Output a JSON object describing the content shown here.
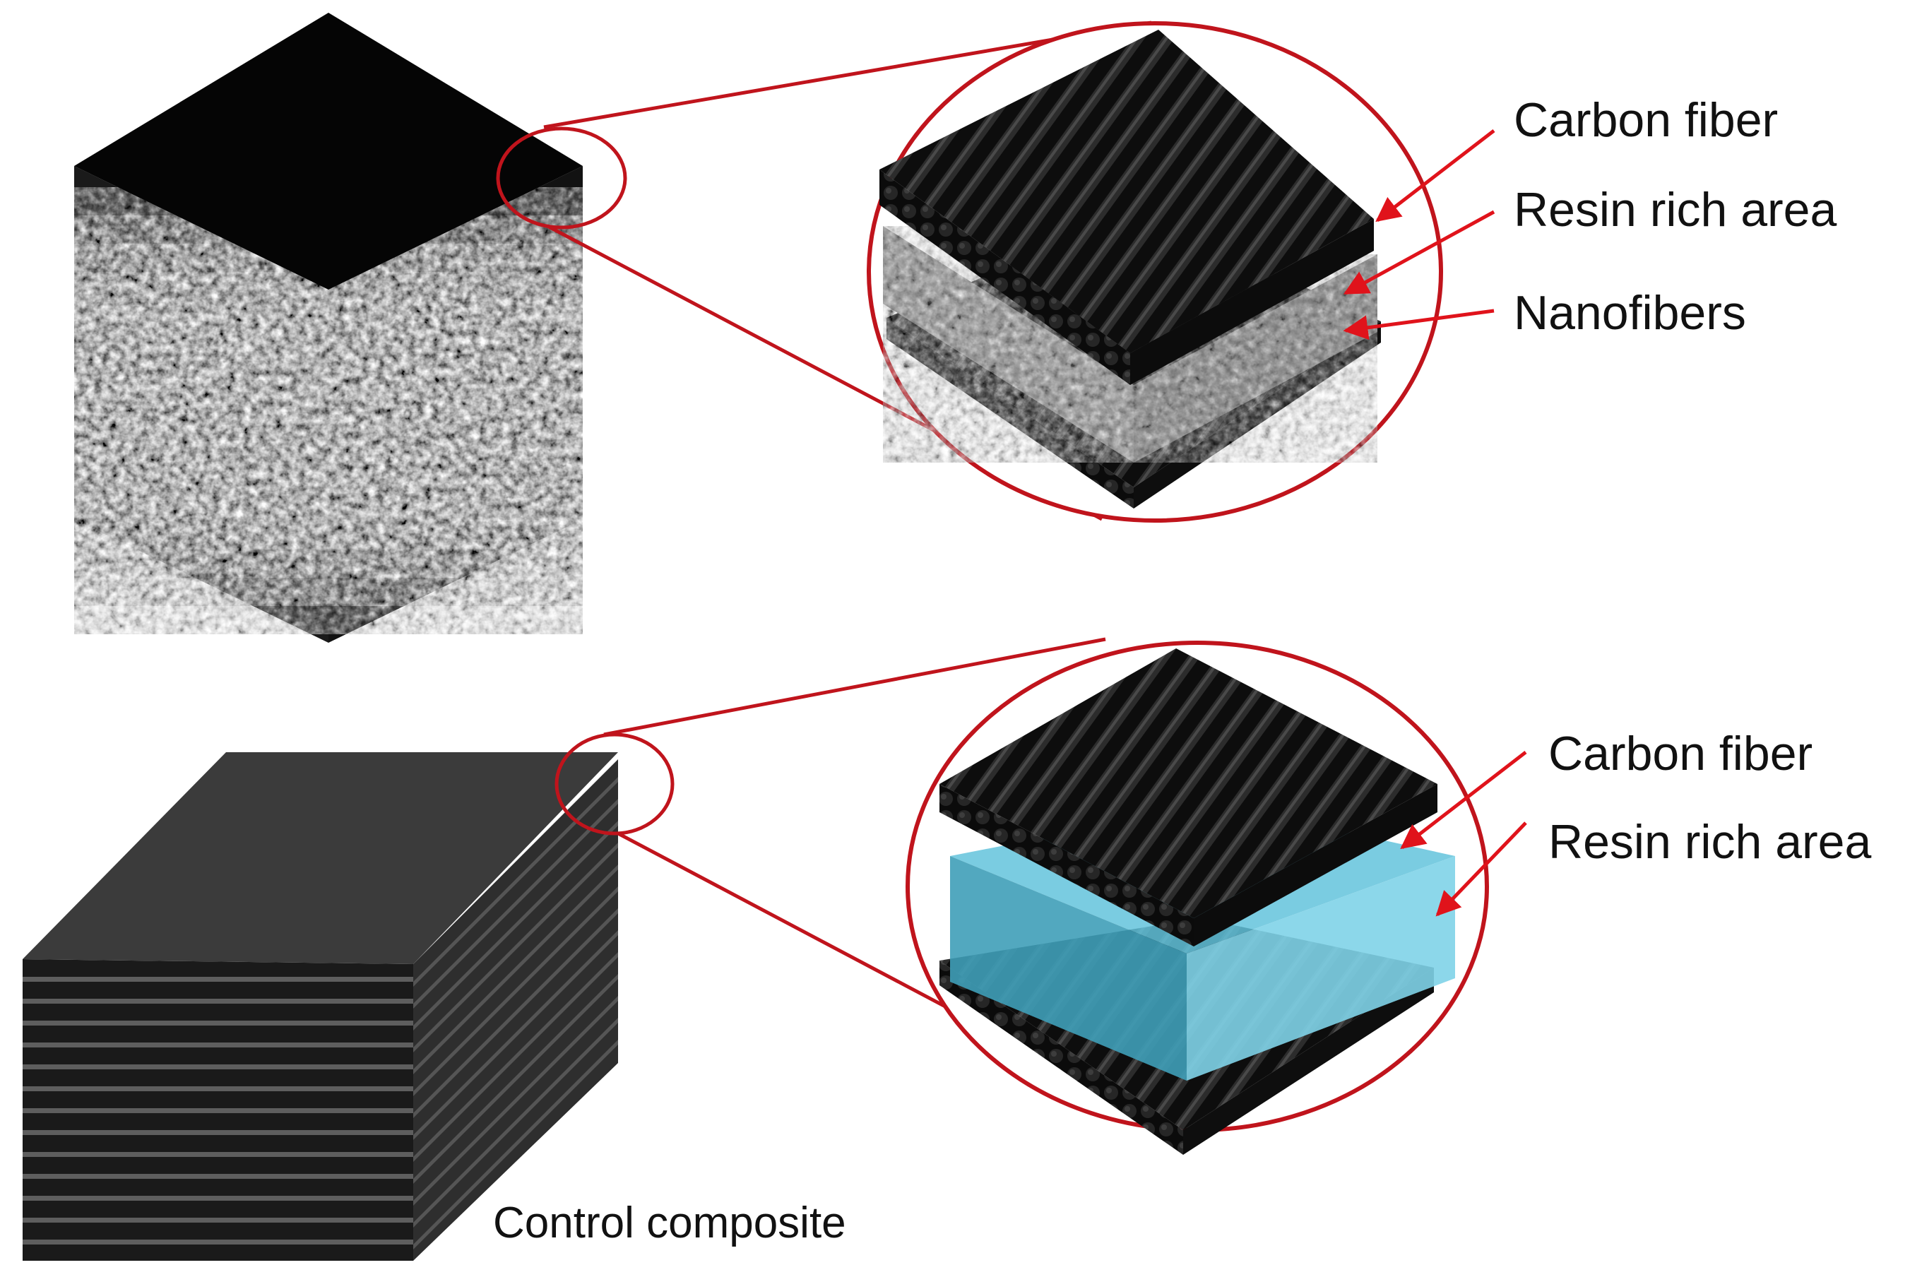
{
  "colors": {
    "callout_red": "#c0141c",
    "arrow_red": "#e0131b",
    "fiber_black": "#161616",
    "control_gray": "#3b3b3b",
    "resin_blue": "#63c3dc"
  },
  "nanofiber_panel": {
    "labels": {
      "carbon_fiber": "Carbon fiber",
      "resin_rich_area": "Resin rich area",
      "nanofibers": "Nanofibers"
    }
  },
  "control_panel": {
    "caption": "Control composite",
    "labels": {
      "carbon_fiber": "Carbon fiber",
      "resin_rich_area": "Resin rich area"
    }
  }
}
